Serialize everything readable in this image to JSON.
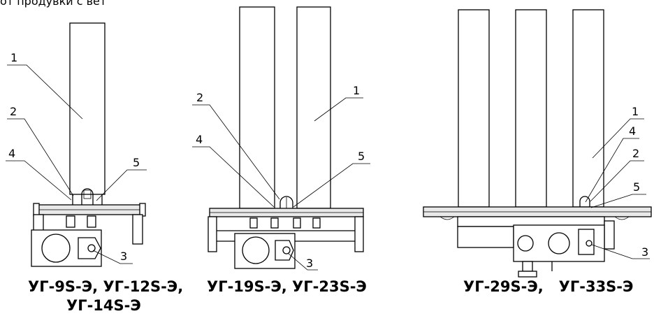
{
  "top_fragment": "от продувки с вет",
  "captions": {
    "left_line1": "УГ-9S-Э, УГ-12S-Э,",
    "left_line2": "УГ-14S-Э",
    "middle": "УГ-19S-Э, УГ-23S-Э",
    "right": "УГ-29S-Э,   УГ-33S-Э"
  },
  "callouts": {
    "left": [
      "1",
      "2",
      "4",
      "5",
      "3"
    ],
    "middle": [
      "2",
      "1",
      "4",
      "5",
      "3"
    ],
    "right": [
      "1",
      "4",
      "2",
      "5",
      "3"
    ]
  }
}
